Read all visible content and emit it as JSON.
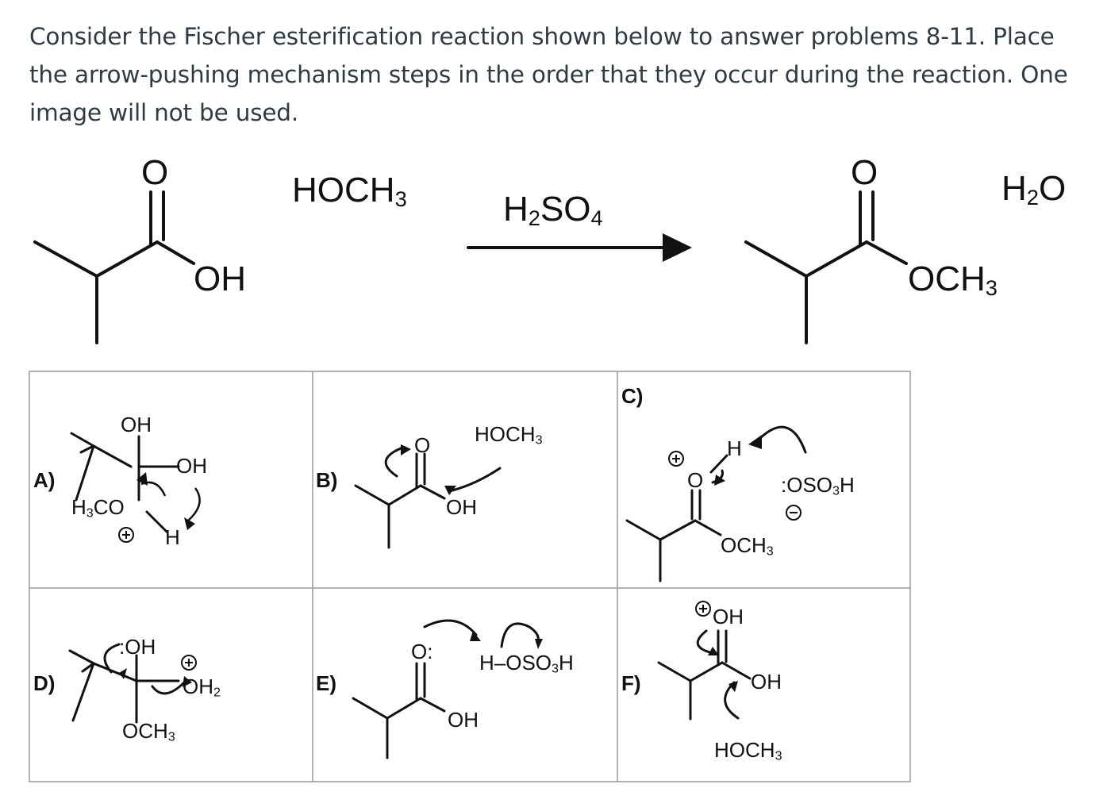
{
  "question": {
    "text": "Consider the Fischer esterification reaction shown below to answer problems 8-11. Place the arrow-pushing mechanism steps in the order that they occur during the reaction. One image will not be used."
  },
  "reaction": {
    "reactant_carbonyl_o": "O",
    "reactant_oh": "OH",
    "reagent1": "HOCH",
    "reagent1_sub": "3",
    "reagent2_a": "H",
    "reagent2_sub_a": "2",
    "reagent2_b": "SO",
    "reagent2_sub_b": "4",
    "product_carbonyl_o": "O",
    "product_group": "OCH",
    "product_group_sub": "3",
    "byproduct_a": "H",
    "byproduct_sub": "2",
    "byproduct_b": "O"
  },
  "options": [
    {
      "letter": "A)"
    },
    {
      "letter": "B)"
    },
    {
      "letter": "C)"
    },
    {
      "letter": "D)"
    },
    {
      "letter": "E)"
    },
    {
      "letter": "F)"
    }
  ],
  "opt_a": {
    "oh_top": "OH",
    "oh_right": "OH",
    "h3co": "H",
    "h3co_sub": "3",
    "h3co_b": "CO",
    "h": "H"
  },
  "opt_b": {
    "o": "O",
    "hoch": "HOCH",
    "hoch_sub": "3",
    "oh": "OH"
  },
  "opt_c": {
    "o": "O",
    "h": "H",
    "oso": "OSO",
    "oso_sub": "3",
    "oso_h": "H",
    "och": "OCH",
    "och_sub": "3"
  },
  "opt_d": {
    "oh": "OH",
    "oh2": "OH",
    "oh2_sub": "2",
    "och": "OCH",
    "och_sub": "3"
  },
  "opt_e": {
    "o": "O",
    "hoso": "H–OSO",
    "hoso_sub": "3",
    "hoso_h": "H",
    "oh": "OH"
  },
  "opt_f": {
    "oh_top": "OH",
    "oh_right": "OH",
    "hoch": "HOCH",
    "hoch_sub": "3"
  }
}
